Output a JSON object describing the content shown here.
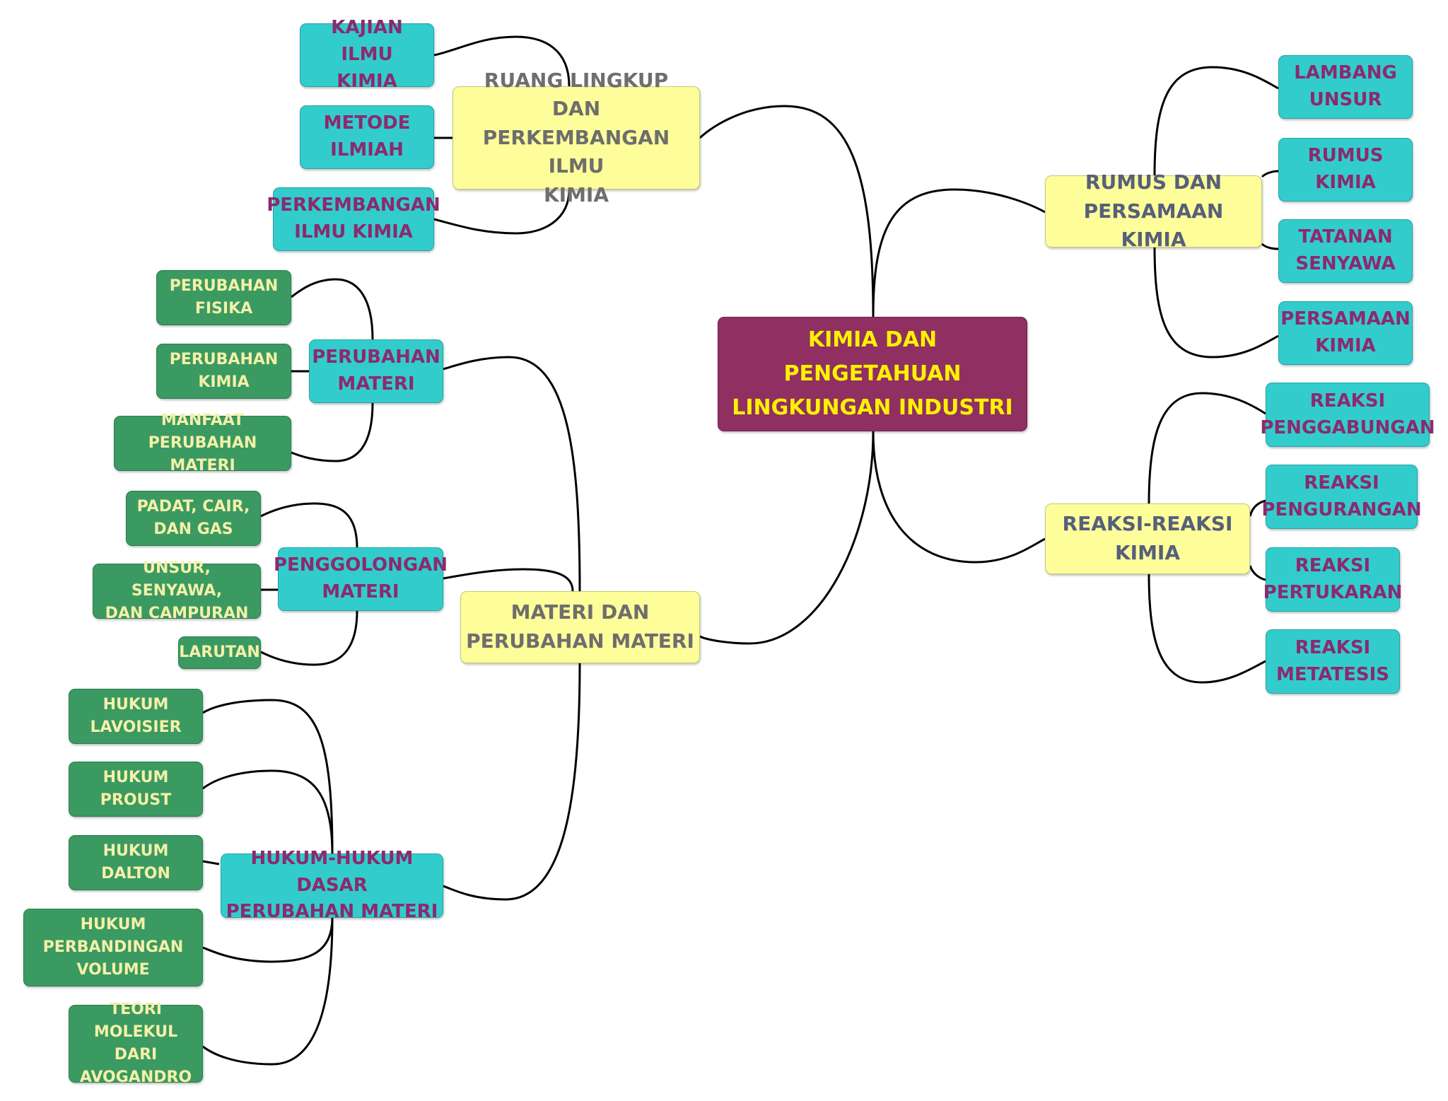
{
  "root": {
    "label": "KIMIA DAN\nPENGETAHUAN\nLINGKUNGAN INDUSTRI"
  },
  "branches": {
    "ruang": {
      "label": "RUANG LINGKUP DAN\nPERKEMBANGAN ILMU\nKIMIA",
      "children": [
        "KAJIAN ILMU\nKIMIA",
        "METODE\nILMIAH",
        "PERKEMBANGAN\nILMU KIMIA"
      ]
    },
    "materi": {
      "label": "MATERI DAN\nPERUBAHAN MATERI",
      "perubahan": {
        "label": "PERUBAHAN\nMATERI",
        "children": [
          "PERUBAHAN\nFISIKA",
          "PERUBAHAN\nKIMIA",
          "MANFAAT\nPERUBAHAN MATERI"
        ]
      },
      "penggolongan": {
        "label": "PENGGOLONGAN\nMATERI",
        "children": [
          "PADAT, CAIR,\nDAN GAS",
          "UNSUR, SENYAWA,\nDAN CAMPURAN",
          "LARUTAN"
        ]
      },
      "hukum": {
        "label": "HUKUM-HUKUM DASAR\nPERUBAHAN MATERI",
        "children": [
          "HUKUM\nLAVOISIER",
          "HUKUM\nPROUST",
          "HUKUM\nDALTON",
          "HUKUM\nPERBANDINGAN\nVOLUME",
          "TEORI MOLEKUL\nDARI\nAVOGANDRO"
        ]
      }
    },
    "rumus": {
      "label": "RUMUS DAN\nPERSAMAAN KIMIA",
      "children": [
        "LAMBANG\nUNSUR",
        "RUMUS\nKIMIA",
        "TATANAN\nSENYAWA",
        "PERSAMAAN\nKIMIA"
      ]
    },
    "reaksi": {
      "label": "REAKSI-REAKSI\nKIMIA",
      "children": [
        "REAKSI\nPENGGABUNGAN",
        "REAKSI\nPENGURANGAN",
        "REAKSI\nPERTUKARAN",
        "REAKSI\nMETATESIS"
      ]
    }
  },
  "colors": {
    "root_fill": "#902f62",
    "root_text": "#fff200",
    "main_fill": "#fdfd9a",
    "sub_fill": "#33cccc",
    "leaf_fill": "#3a9a62"
  }
}
